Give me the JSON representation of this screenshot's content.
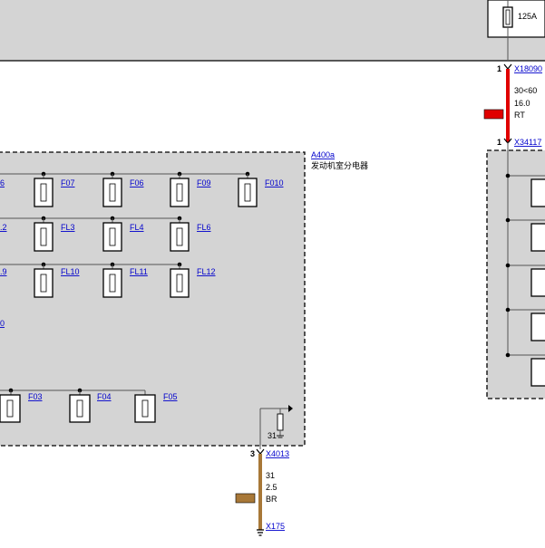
{
  "top_unit": {
    "fuse_rating": "125A"
  },
  "connector_top": {
    "pin": "1",
    "id": "X18090"
  },
  "wire_red": {
    "spec": "30<60",
    "cross_section": "16.0",
    "color_code": "RT",
    "color_hex": "#e00000"
  },
  "connector_mid": {
    "pin": "1",
    "id": "X34117"
  },
  "component": {
    "id": "A400a",
    "name": "发动机室分电器"
  },
  "fuses": {
    "row1": [
      "6",
      "F07",
      "F06",
      "F09",
      "F010"
    ],
    "row2": [
      ".2",
      "FL3",
      "FL4",
      "FL6"
    ],
    "row3": [
      ".9",
      "FL10",
      "FL11",
      "FL12"
    ],
    "row4_partial": "0",
    "row5": [
      "F03",
      "F04",
      "F05"
    ]
  },
  "ground_label": "31",
  "connector_bottom": {
    "pin": "3",
    "id": "X4013"
  },
  "wire_brown": {
    "spec": "31",
    "cross_section": "2.5",
    "color_code": "BR",
    "color_hex": "#a87838"
  },
  "ground_point": {
    "id": "X175"
  }
}
